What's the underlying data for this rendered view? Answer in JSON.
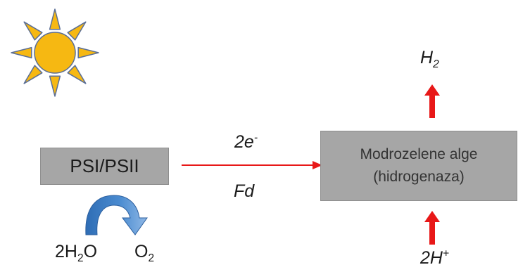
{
  "diagram": {
    "psi_box": {
      "label": "PSI/PSII"
    },
    "algae_box": {
      "line1": "Modrozelene alge",
      "line2": "(hidrogenaza)"
    },
    "electrons": {
      "base": "2e",
      "sup": "-"
    },
    "ferredoxin": {
      "label": "Fd"
    },
    "hydrogen": {
      "base": "H",
      "sub": "2"
    },
    "protons": {
      "base": "2H",
      "sup": "+"
    },
    "water": {
      "pre": "2H",
      "sub": "2",
      "post": "O"
    },
    "oxygen": {
      "base": "O",
      "sub": "2"
    },
    "colors": {
      "sun_fill": "#f6b812",
      "sun_stroke": "#5a6e96",
      "box_fill": "#a6a6a6",
      "arrow_red": "#e81818",
      "curve_blue": "#3c7dc4"
    },
    "icons": [
      "sun-icon",
      "curved-arrow-icon"
    ]
  }
}
